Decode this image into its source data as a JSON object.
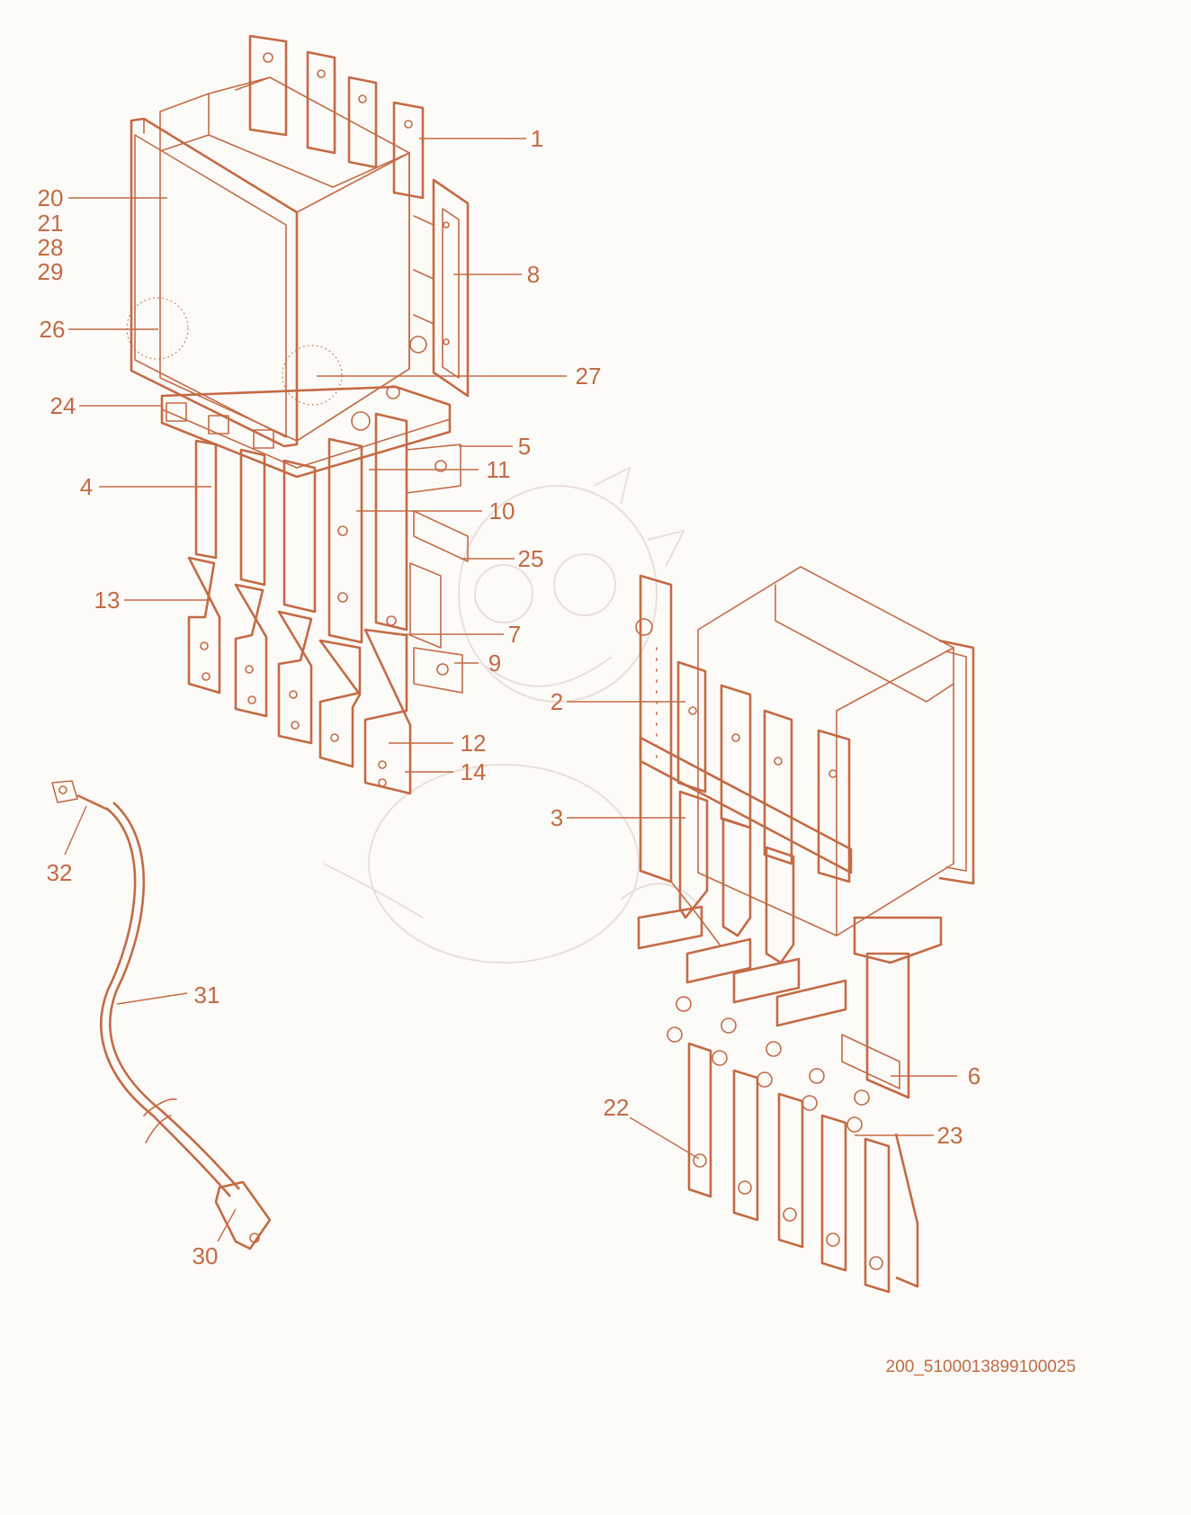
{
  "document_code": "200_5100013899100025",
  "colors": {
    "ink": "#c46a45",
    "background": "#fdfbf8",
    "watermark": "#e9dfd8"
  },
  "callouts": [
    {
      "id": "1",
      "text": "1"
    },
    {
      "id": "20",
      "text": "20"
    },
    {
      "id": "21",
      "text": "21"
    },
    {
      "id": "28",
      "text": "28"
    },
    {
      "id": "29",
      "text": "29"
    },
    {
      "id": "8",
      "text": "8"
    },
    {
      "id": "26",
      "text": "26"
    },
    {
      "id": "27",
      "text": "27"
    },
    {
      "id": "24",
      "text": "24"
    },
    {
      "id": "5",
      "text": "5"
    },
    {
      "id": "11",
      "text": "11"
    },
    {
      "id": "4",
      "text": "4"
    },
    {
      "id": "10",
      "text": "10"
    },
    {
      "id": "25",
      "text": "25"
    },
    {
      "id": "13",
      "text": "13"
    },
    {
      "id": "7",
      "text": "7"
    },
    {
      "id": "9",
      "text": "9"
    },
    {
      "id": "2",
      "text": "2"
    },
    {
      "id": "12",
      "text": "12"
    },
    {
      "id": "14",
      "text": "14"
    },
    {
      "id": "32",
      "text": "32"
    },
    {
      "id": "3",
      "text": "3"
    },
    {
      "id": "31",
      "text": "31"
    },
    {
      "id": "6",
      "text": "6"
    },
    {
      "id": "22",
      "text": "22"
    },
    {
      "id": "23",
      "text": "23"
    },
    {
      "id": "30",
      "text": "30"
    }
  ]
}
